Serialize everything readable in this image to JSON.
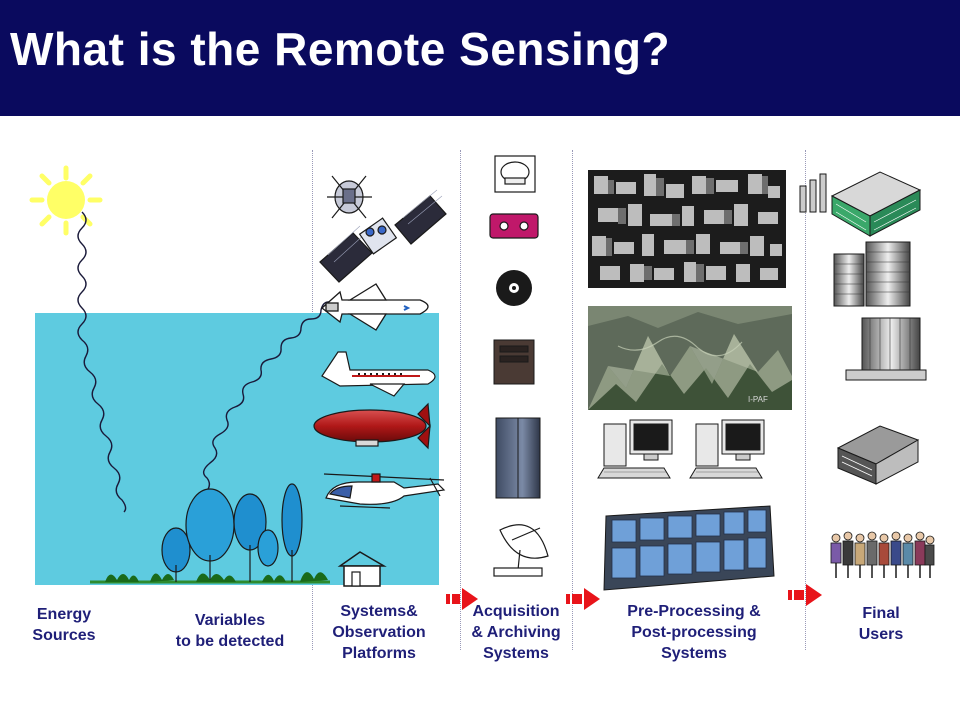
{
  "slide": {
    "title": "What is the Remote Sensing?"
  },
  "stages": [
    {
      "lines": [
        "Energy",
        "Sources"
      ]
    },
    {
      "lines": [
        "Variables",
        "to be detected"
      ]
    },
    {
      "lines": [
        "Systems&",
        "Observation",
        "Platforms"
      ]
    },
    {
      "lines": [
        "Acquisition",
        "& Archiving",
        "Systems"
      ]
    },
    {
      "lines": [
        "Pre-Processing &",
        "Post-processing",
        "Systems"
      ]
    },
    {
      "lines": [
        "Final",
        "Users"
      ]
    }
  ],
  "colors": {
    "header_bg": "#0a0a5e",
    "title_text": "#ffffff",
    "label_text": "#1f1f78",
    "sky": "#5ecbe0",
    "sun": "#ffff66",
    "arrow": "#e8141a"
  }
}
